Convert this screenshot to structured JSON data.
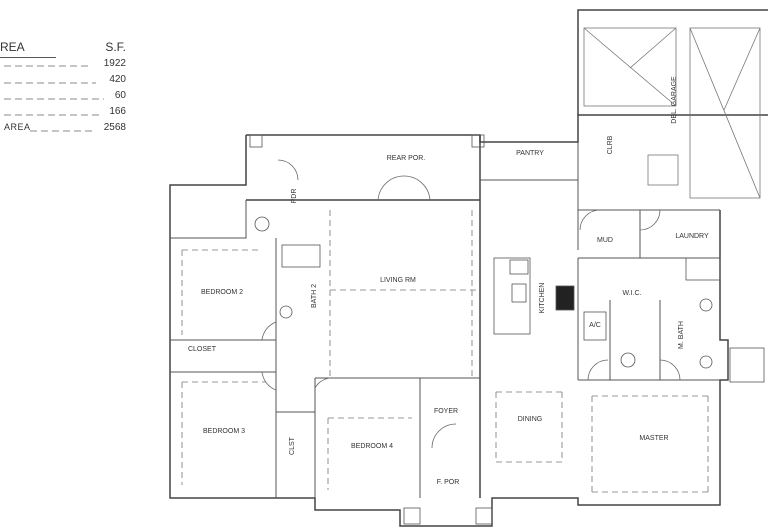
{
  "area_table": {
    "col_area": "REA",
    "col_sf": "S.F.",
    "rows": [
      {
        "label": "",
        "value": "1922"
      },
      {
        "label": "",
        "value": "420"
      },
      {
        "label": "",
        "value": "60"
      },
      {
        "label": "",
        "value": "166"
      },
      {
        "label": "AREA",
        "value": "2568"
      }
    ]
  },
  "rooms": {
    "rear_por": "REAR POR.",
    "pantry": "PANTRY",
    "dbl_garage": "DBL. GARAGE",
    "clrb": "CLRB",
    "mud": "MUD",
    "laundry": "LAUNDRY",
    "bedroom2": "BEDROOM 2",
    "living_rm": "LIVING RM",
    "bath2": "BATH 2",
    "kitchen": "KITCHEN",
    "wic": "W.I.C.",
    "closet": "CLOSET",
    "m_bath": "M. BATH",
    "bedroom3": "BEDROOM 3",
    "clst": "CLST",
    "bedroom4": "BEDROOM 4",
    "foyer": "FOYER",
    "dining": "DINING",
    "master": "MASTER",
    "f_por": "F. POR",
    "ac": "A/C",
    "pdr": "PDR"
  }
}
